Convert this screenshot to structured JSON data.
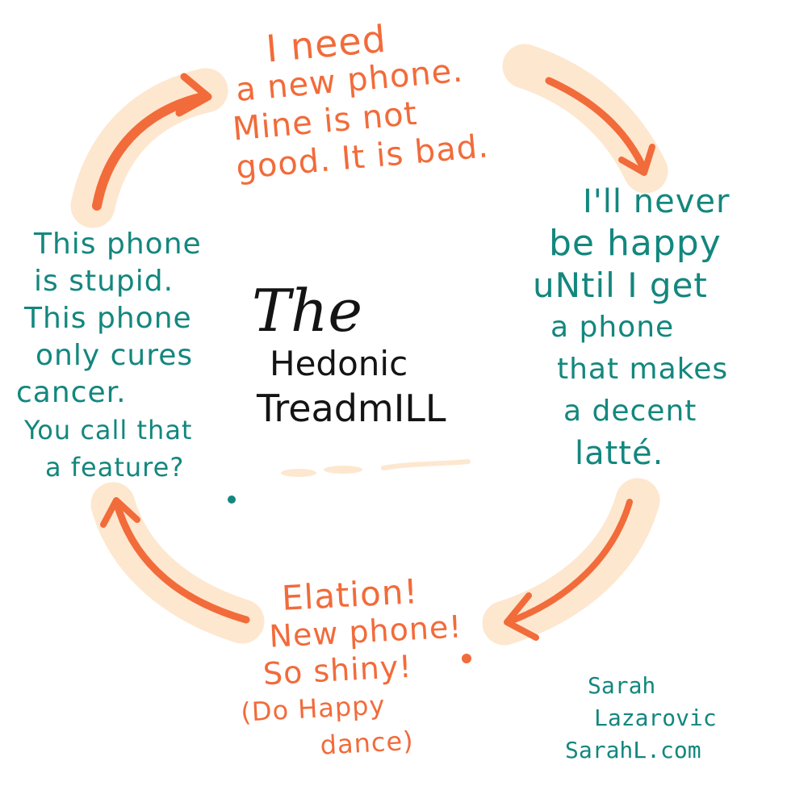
{
  "colors": {
    "orange": "#f26b3a",
    "teal": "#13877e",
    "highlight": "#fde7cf",
    "ink": "#141414"
  },
  "title": {
    "line1": "The",
    "line2": "Hedonic",
    "line3": "TreadmILL"
  },
  "nodes": {
    "top": {
      "lines": [
        "I need",
        "a new phone.",
        "Mine is not",
        "good. It is bad."
      ]
    },
    "right": {
      "lines": [
        "I'll never",
        "be happy",
        "uNtil I get",
        "a phone",
        "that makes",
        "a decent",
        "latté."
      ]
    },
    "bottom": {
      "lines": [
        "Elation!",
        "New phone!",
        "So shiny!",
        "(Do Happy",
        "dance)"
      ]
    },
    "left": {
      "lines": [
        "This phone",
        "is stupid.",
        "This phone",
        "only cures",
        "cancer.",
        "You call that",
        "a feature?"
      ]
    }
  },
  "signature": {
    "lines": [
      "Sarah",
      "Lazarovic",
      "SarahL.com"
    ]
  },
  "flow": [
    "top",
    "right",
    "bottom",
    "left"
  ]
}
